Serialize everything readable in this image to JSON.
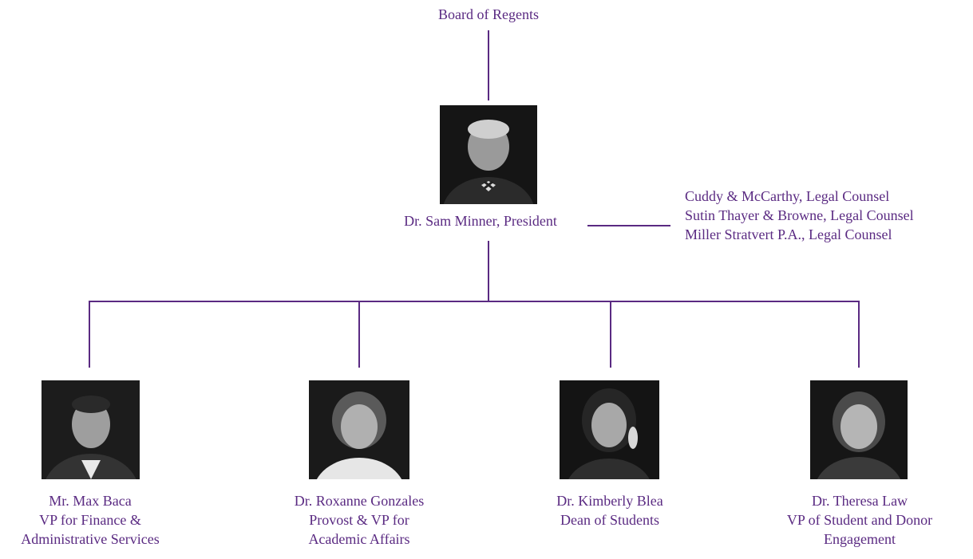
{
  "colors": {
    "accent": "#5a2a82",
    "photo_bg": "#1a1a1a"
  },
  "board": {
    "label": "Board of Regents"
  },
  "president": {
    "photo_icon": "person-photo",
    "name_title": "Dr. Sam Minner, President"
  },
  "counsel": {
    "lines": [
      "Cuddy & McCarthy, Legal Counsel",
      "Sutin Thayer & Browne, Legal Counsel",
      "Miller Stratvert P.A., Legal Counsel"
    ]
  },
  "reports": [
    {
      "photo_icon": "person-photo",
      "lines": [
        "Mr. Max Baca",
        "VP for Finance &",
        "Administrative Services"
      ]
    },
    {
      "photo_icon": "person-photo",
      "lines": [
        "Dr. Roxanne Gonzales",
        "Provost & VP for",
        "Academic Affairs"
      ]
    },
    {
      "photo_icon": "person-photo",
      "lines": [
        "Dr. Kimberly Blea",
        "Dean of Students"
      ]
    },
    {
      "photo_icon": "person-photo",
      "lines": [
        "Dr. Theresa Law",
        "VP of Student and Donor",
        "Engagement"
      ]
    }
  ]
}
